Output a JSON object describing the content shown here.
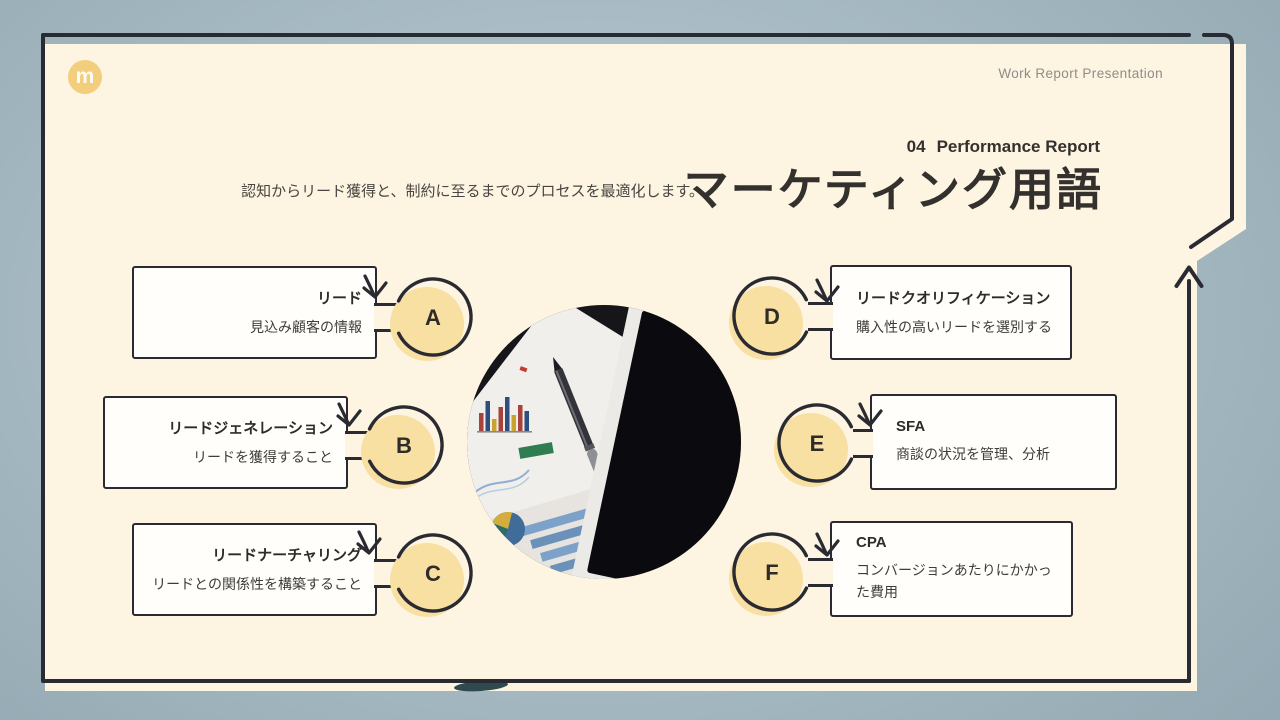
{
  "page": {
    "eyebrow": "Work Report Presentation"
  },
  "logo": {
    "letter": "m"
  },
  "header": {
    "kicker_number": "04",
    "kicker_label": "Performance Report",
    "title": "マーケティング用語",
    "subtitle": "認知からリード獲得と、制約に至るまでのプロセスを最適化します。"
  },
  "center_photo": "desk-photo-tablet-pen-report-charts",
  "terms": [
    {
      "letter": "A",
      "title": "リード",
      "desc": "見込み顧客の情報"
    },
    {
      "letter": "B",
      "title": "リードジェネレーション",
      "desc": "リードを獲得すること"
    },
    {
      "letter": "C",
      "title": "リードナーチャリング",
      "desc": "リードとの関係性を構築すること"
    },
    {
      "letter": "D",
      "title": "リードクオリフィケーション",
      "desc": "購入性の高いリードを選別する"
    },
    {
      "letter": "E",
      "title": "SFA",
      "desc": "商談の状況を管理、分析"
    },
    {
      "letter": "F",
      "title": "CPA",
      "desc": "コンバージョンあたりにかかった費用"
    }
  ],
  "colors": {
    "background": "#a9bcc5",
    "slide": "#fdf5e2",
    "outline": "#2a2a32",
    "badge_yellow": "#f8dfa2",
    "logo_yellow": "#f2ce7d",
    "smudge_teal": "#2e4a4e"
  }
}
